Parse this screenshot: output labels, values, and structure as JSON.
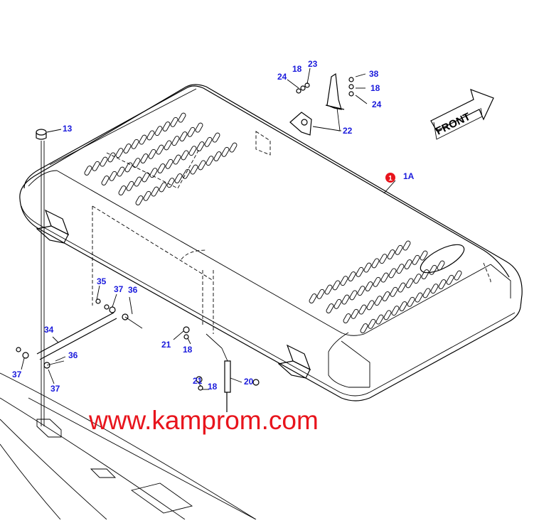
{
  "diagram": {
    "watermark": "www.kamprom.com",
    "direction_label": "FRONT",
    "main_part_number": "1",
    "colors": {
      "line": "#000000",
      "label": "#1a1adc",
      "watermark": "#e8141c",
      "badge": "#e8141c"
    },
    "callouts": {
      "c13": "13",
      "c1A": "1A",
      "c24a": "24",
      "c18a": "18",
      "c23": "23",
      "c38": "38",
      "c18b": "18",
      "c24b": "24",
      "c22": "22",
      "c35": "35",
      "c37a": "37",
      "c36a": "36",
      "c34": "34",
      "c36b": "36",
      "c37b": "37",
      "c37c": "37",
      "c21a": "21",
      "c18c": "18",
      "c20": "20",
      "c21b": "21",
      "c18d": "18"
    }
  }
}
